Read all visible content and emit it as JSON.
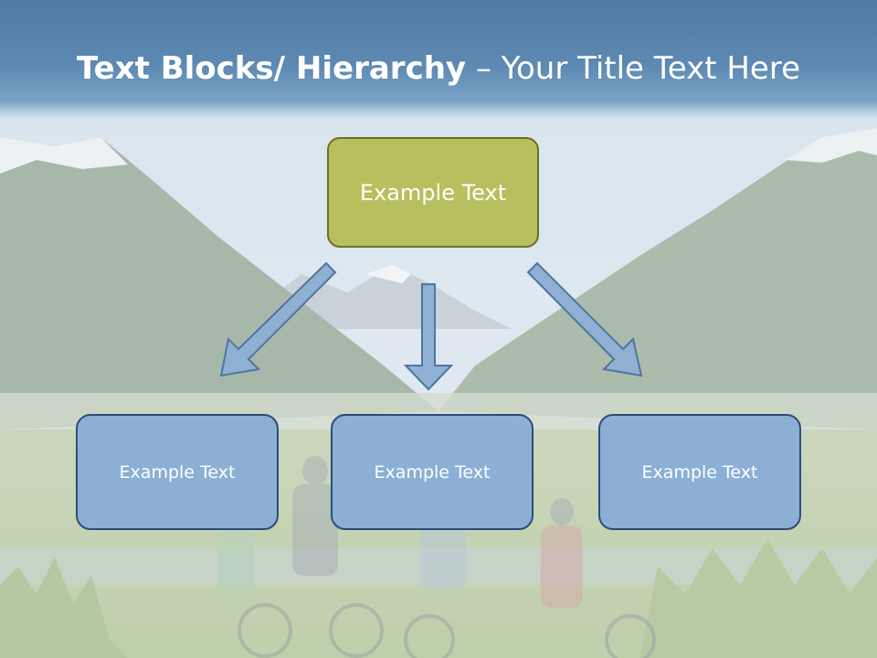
{
  "title": {
    "bold": "Text Blocks/ Hierarchy",
    "rest": " – Your Title Text Here"
  },
  "hierarchy": {
    "root": {
      "label": "Example Text"
    },
    "children": [
      {
        "label": "Example Text"
      },
      {
        "label": "Example Text"
      },
      {
        "label": "Example Text"
      }
    ]
  },
  "colors": {
    "title_bar": "#5d89b2",
    "root_fill": "#b8bf5e",
    "child_fill": "#8cb0d5",
    "arrow_fill": "#8fb0d2"
  }
}
